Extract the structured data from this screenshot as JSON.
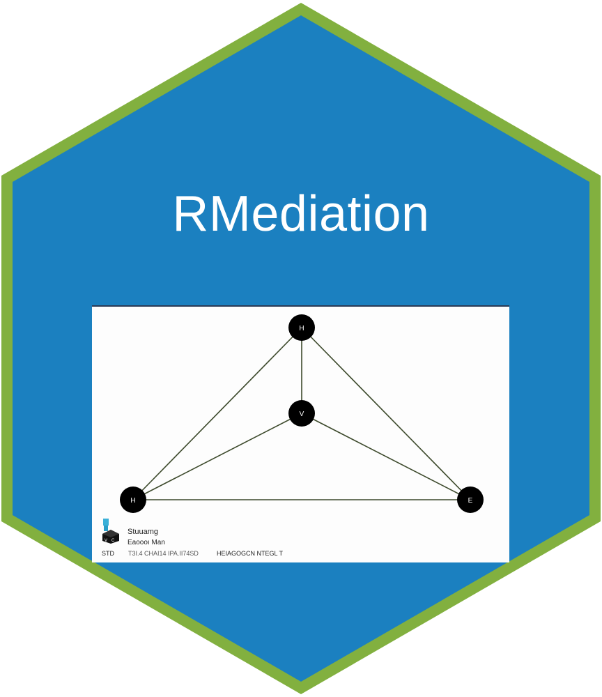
{
  "title": "RMediation",
  "colors": {
    "hex_fill": "#1b80c0",
    "hex_border": "#82b03f",
    "node_fill": "#000000",
    "edge": "#3d4a2c"
  },
  "diagram": {
    "nodes": [
      {
        "id": "top",
        "label": "H"
      },
      {
        "id": "middle",
        "label": "V"
      },
      {
        "id": "left",
        "label": "H"
      },
      {
        "id": "right",
        "label": "E"
      }
    ],
    "edges": [
      [
        "top",
        "middle"
      ],
      [
        "top",
        "left"
      ],
      [
        "top",
        "right"
      ],
      [
        "middle",
        "left"
      ],
      [
        "middle",
        "right"
      ],
      [
        "left",
        "right"
      ]
    ]
  },
  "footer": {
    "logo_icon": "cube-logo-icon",
    "line1": "Stuuamg",
    "line2": "Eaoooı Man",
    "line3_left": "STD",
    "line3_mid": "T3I.4 CHAI14 IPA.II74SD",
    "line3_right": "HEIAGOGCN  NTEGL T"
  }
}
